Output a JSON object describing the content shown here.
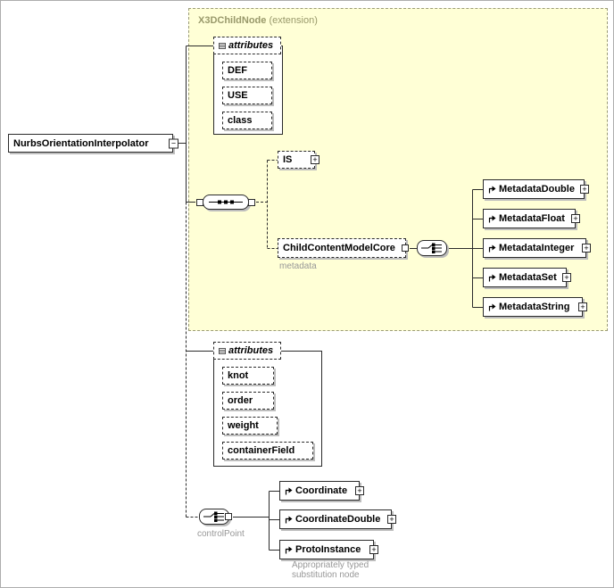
{
  "glyphs": {
    "plus": "+",
    "minus": "−"
  },
  "colors": {
    "group_fill": "#ffffd6",
    "group_label": "#99996b",
    "caption_text": "#979797",
    "box_border": "#2b2b2b"
  },
  "root_element": {
    "label": "NurbsOrientationInterpolator"
  },
  "extension_group": {
    "name": "X3DChildNode",
    "suffix": "(extension)"
  },
  "top_attributes": {
    "header": "attributes",
    "items": [
      "DEF",
      "USE",
      "class"
    ]
  },
  "is_element": {
    "label": "IS"
  },
  "child_content_model": {
    "label": "ChildContentModelCore",
    "caption": "metadata"
  },
  "metadata_options": [
    "MetadataDouble",
    "MetadataFloat",
    "MetadataInteger",
    "MetadataSet",
    "MetadataString"
  ],
  "bottom_attributes": {
    "header": "attributes",
    "items": [
      "knot",
      "order",
      "weight",
      "containerField"
    ]
  },
  "control_point": {
    "caption": "controlPoint",
    "options": [
      "Coordinate",
      "CoordinateDouble",
      "ProtoInstance"
    ],
    "note": [
      "Appropriately typed",
      "substitution node"
    ]
  }
}
